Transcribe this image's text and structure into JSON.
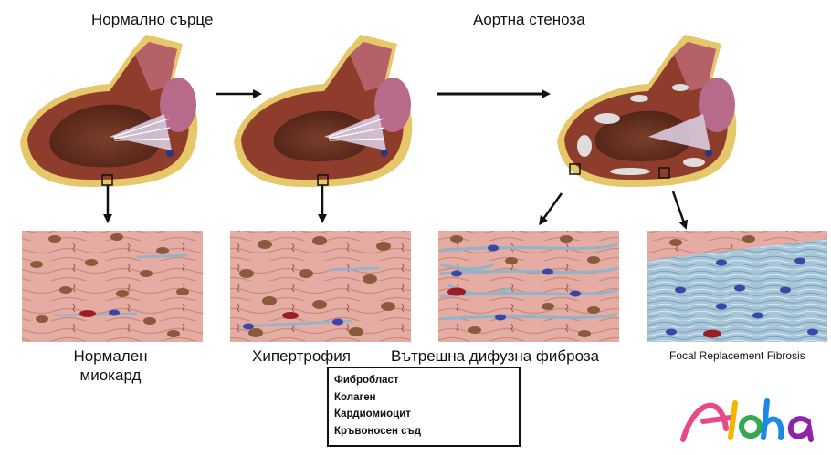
{
  "header": {
    "normal_heart": "Нормално сърце",
    "aortic_stenosis": "Аортна стеноза"
  },
  "panels": {
    "normal_line1": "Нормален",
    "normal_line2": "миокард",
    "hypertrophy": "Хипертрофия",
    "diffuse_fibrosis": "Вътрешна дифузна фиброза",
    "focal_fibrosis": "Focal Replacement Fibrosis"
  },
  "legend": {
    "fibroblast": "Фибробласт",
    "collagen": "Колаген",
    "cardiomyocyte": "Кардиомиоцит",
    "blood_vessel": "Кръвоносен съд"
  },
  "logo": {
    "text": "Aloha"
  },
  "colors": {
    "myocardium": "#e3a99e",
    "nucleus": "#8a5a3c",
    "fibroblast": "#3a47a8",
    "collagen": "#8fb4cc",
    "vessel": "#9b1e24",
    "heart_wall": "#8e3d2c",
    "heart_fat": "#e7c96c"
  }
}
